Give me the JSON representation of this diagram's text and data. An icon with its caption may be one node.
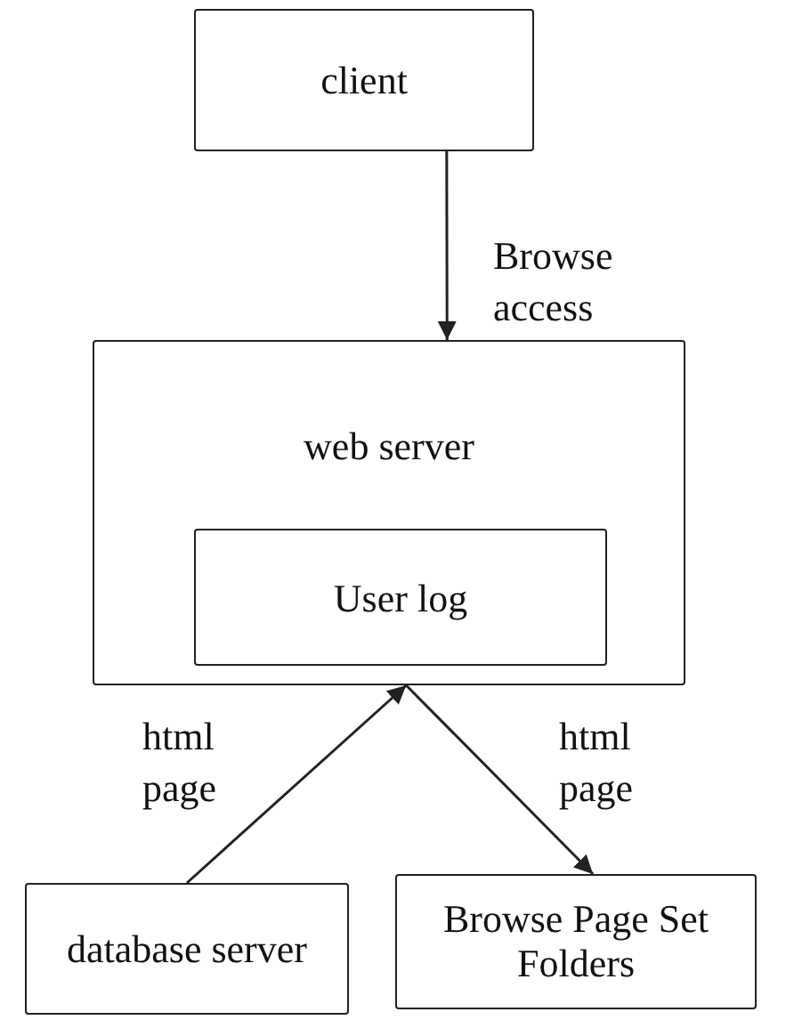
{
  "diagram": {
    "nodes": [
      {
        "text": [
          "client"
        ]
      },
      {
        "text": [
          "web server"
        ]
      },
      {
        "text": [
          "User log"
        ],
        "in": 1
      },
      {
        "text": [
          "database server"
        ]
      },
      {
        "text": [
          "Browse Page Set Folders"
        ]
      }
    ],
    "edges": [
      {
        "from": 0,
        "to": 1,
        "arrow": "to",
        "label": "Browse access"
      },
      {
        "from": 3,
        "to": 1,
        "arrow": "to",
        "label": "html page"
      },
      {
        "from": 1,
        "to": 4,
        "arrow": "to",
        "label": "html page"
      }
    ]
  }
}
